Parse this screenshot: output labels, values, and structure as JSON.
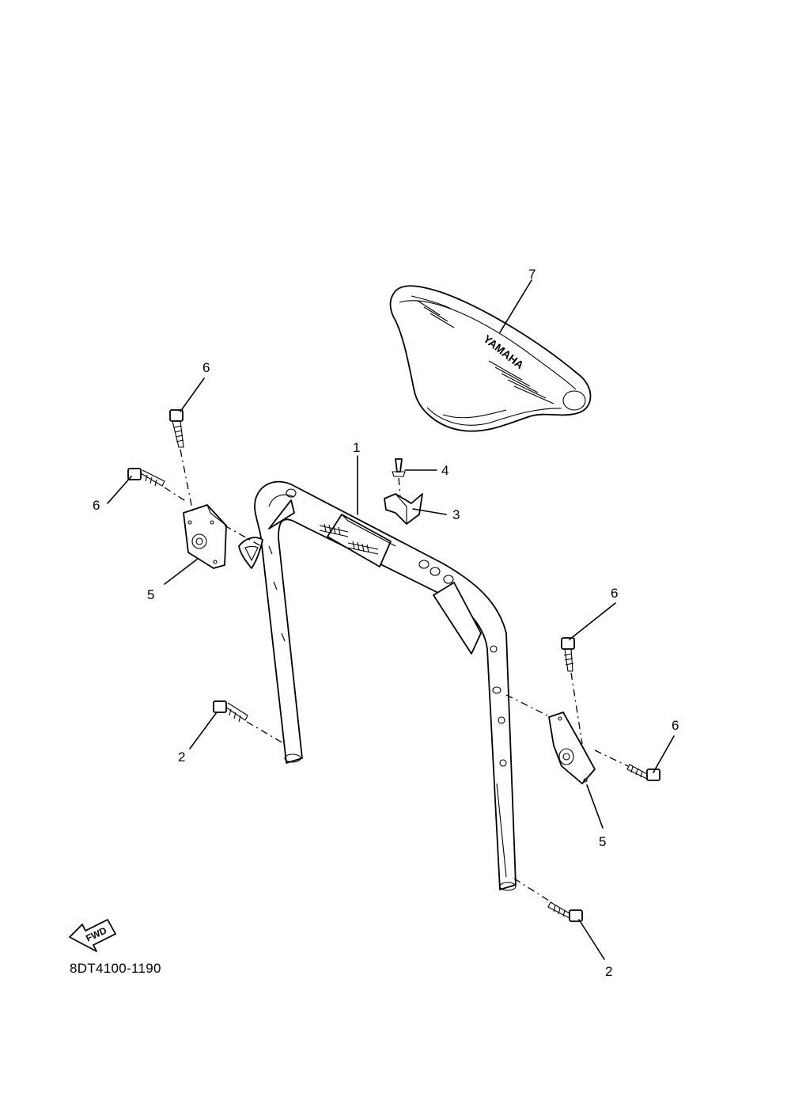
{
  "diagram": {
    "reference_code": "8DT4100-1190",
    "fwd_label": "FWD",
    "seat_logo_text": "YAMAHA",
    "callouts": [
      {
        "id": "c1",
        "label": "1"
      },
      {
        "id": "c2a",
        "label": "2"
      },
      {
        "id": "c2b",
        "label": "2"
      },
      {
        "id": "c3",
        "label": "3"
      },
      {
        "id": "c4",
        "label": "4"
      },
      {
        "id": "c5a",
        "label": "5"
      },
      {
        "id": "c5b",
        "label": "5"
      },
      {
        "id": "c6a",
        "label": "6"
      },
      {
        "id": "c6b",
        "label": "6"
      },
      {
        "id": "c6c",
        "label": "6"
      },
      {
        "id": "c6d",
        "label": "6"
      },
      {
        "id": "c7",
        "label": "7"
      }
    ]
  }
}
